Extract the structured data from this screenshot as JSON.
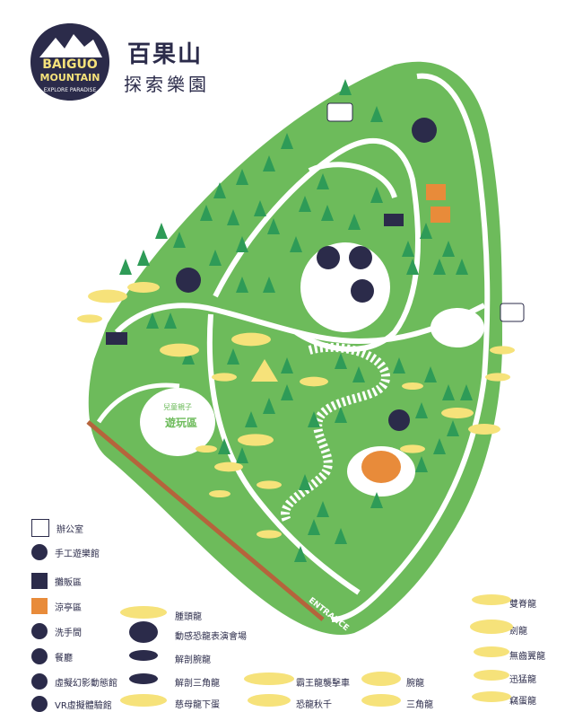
{
  "brand": {
    "logo_line1": "BAIGUO",
    "logo_line2": "MOUNTAIN",
    "logo_tagline": "EXPLORE PARADISE",
    "title": "百果山",
    "subtitle": "探索樂園"
  },
  "map_labels": {
    "kids_area_line1": "兒童親子",
    "kids_area_line2": "遊玩區",
    "entrance": "ENTRANCE"
  },
  "legend_facilities": [
    {
      "label": "辦公室",
      "icon": "office-icon"
    },
    {
      "label": "手工遊樂館",
      "icon": "craft-hall-icon"
    },
    {
      "label": "攤販區",
      "icon": "vendor-stall-icon"
    },
    {
      "label": "涼亭區",
      "icon": "pavilion-icon"
    },
    {
      "label": "洗手間",
      "icon": "restroom-icon"
    },
    {
      "label": "餐廳",
      "icon": "restaurant-icon"
    },
    {
      "label": "虛擬幻影動態館",
      "icon": "hologram-hall-icon"
    },
    {
      "label": "VR虛擬體驗館",
      "icon": "vr-hall-icon"
    }
  ],
  "legend_dinosaurs": [
    {
      "label": "腫頭龍"
    },
    {
      "label": "動感恐龍表演會場"
    },
    {
      "label": "解剖腕龍"
    },
    {
      "label": "解剖三角龍"
    },
    {
      "label": "慈母龍下蛋"
    },
    {
      "label": "霸王龍襲擊車"
    },
    {
      "label": "恐龍秋千"
    },
    {
      "label": "腕龍"
    },
    {
      "label": "三角龍"
    },
    {
      "label": "雙脊龍"
    },
    {
      "label": "劍龍"
    },
    {
      "label": "無齒翼龍"
    },
    {
      "label": "迅猛龍"
    },
    {
      "label": "竊蛋龍"
    }
  ],
  "colors": {
    "park_green": "#6dbb5b",
    "tree_green": "#2e9b57",
    "path_white": "#ffffff",
    "dino_yellow": "#f6e27a",
    "navy": "#2b2b4a",
    "orange": "#e88b3a",
    "rail_brown": "#b5643c"
  }
}
